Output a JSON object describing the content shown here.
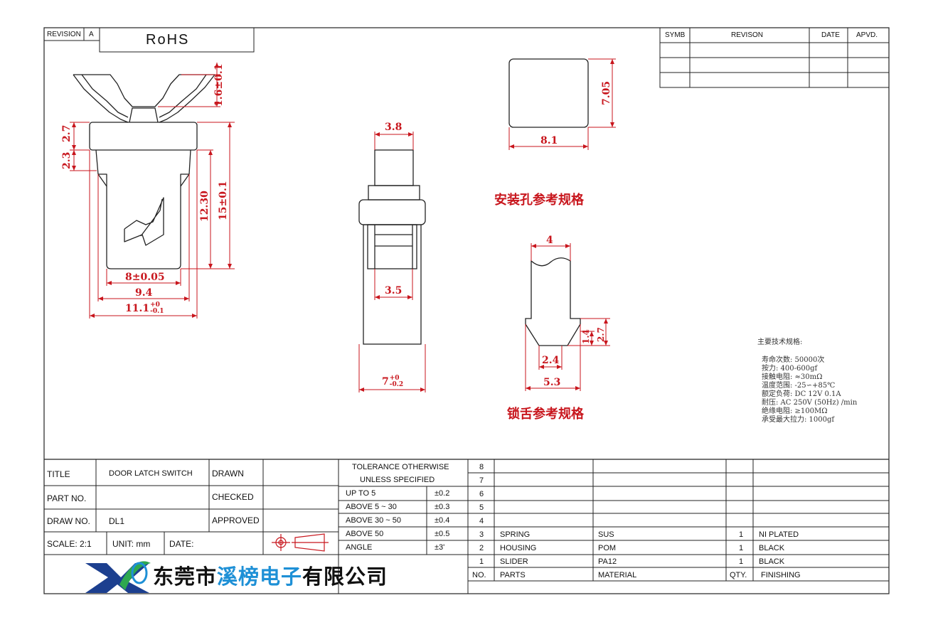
{
  "revision_corner": {
    "label": "REVISION",
    "value": "A",
    "rohs": "RoHS"
  },
  "revision_table": {
    "headers": [
      "SYMB",
      "REVISON",
      "DATE",
      "APVD."
    ]
  },
  "dimensions": {
    "switch_front": {
      "top_height": "1.6±0.1",
      "left_top": "2.7",
      "left_bottom": "2.3",
      "inner_height": "12.30",
      "overall_height": "15±0.1",
      "width_inner": "8±0.05",
      "width_mid": "9.4",
      "width_overall_base": "11.1",
      "width_overall_tol_upper": "+0",
      "width_overall_tol_lower": "-0.1"
    },
    "switch_side": {
      "top_width": "3.8",
      "inner_width": "3.5",
      "bottom_width_base": "7",
      "bottom_width_tol_upper": "+0",
      "bottom_width_tol_lower": "-0.2"
    },
    "mount_hole": {
      "width": "8.1",
      "height": "7.05",
      "caption": "安装孔参考规格"
    },
    "tongue": {
      "top_width": "4",
      "step_small": "1.4",
      "step_large": "2.7",
      "tip_width": "2.4",
      "base_width": "5.3",
      "caption": "锁舌参考规格"
    }
  },
  "specs": {
    "heading": "主要技术规格:",
    "lines": [
      "寿命次数: 50000次",
      "按力: 400-600gf",
      "接触电阻: ≈30mΩ",
      "温度范围: -25∽+85℃",
      "额定负荷: DC 12V 0.1A",
      "耐压: AC 250V (50Hz) /min",
      "绝缘电阻: ≥100MΩ",
      "承受最大拉力: 1000gf"
    ]
  },
  "title_block": {
    "title_label": "TITLE",
    "title_value": "DOOR LATCH SWITCH",
    "part_no_label": "PART NO.",
    "part_no_value": "",
    "draw_no_label": "DRAW NO.",
    "draw_no_value": "DL1",
    "scale": "SCALE: 2:1",
    "unit": "UNIT: mm",
    "date": "DATE:",
    "drawn": "DRAWN",
    "checked": "CHECKED",
    "approved": "APPROVED"
  },
  "tolerance": {
    "header_line1": "TOLERANCE OTHERWISE",
    "header_line2": "UNLESS SPECIFIED",
    "rows": [
      {
        "range": "UP TO 5",
        "value": "±0.2"
      },
      {
        "range": "ABOVE 5 ~ 30",
        "value": "±0.3"
      },
      {
        "range": "ABOVE 30 ~ 50",
        "value": "±0.4"
      },
      {
        "range": "ABOVE 50",
        "value": "±0.5"
      },
      {
        "range": "ANGLE",
        "value": "±3'"
      }
    ]
  },
  "bom": {
    "row_numbers": [
      "8",
      "7",
      "6",
      "5",
      "4"
    ],
    "rows": [
      {
        "no": "3",
        "part": "SPRING",
        "material": "SUS",
        "qty": "1",
        "finishing": "NI PLATED"
      },
      {
        "no": "2",
        "part": "HOUSING",
        "material": "POM",
        "qty": "1",
        "finishing": "BLACK"
      },
      {
        "no": "1",
        "part": "SLIDER",
        "material": "PA12",
        "qty": "1",
        "finishing": "BLACK"
      }
    ],
    "header": {
      "no": "NO.",
      "part": "PARTS",
      "material": "MATERIAL",
      "qty": "QTY.",
      "finishing": "FINISHING"
    }
  },
  "company": {
    "part1": "东莞市",
    "part2": "溪榜电子",
    "part3": "有限公司",
    "colors": {
      "brand_blue": "#1e90d6",
      "dim_red": "#c8161d"
    }
  }
}
